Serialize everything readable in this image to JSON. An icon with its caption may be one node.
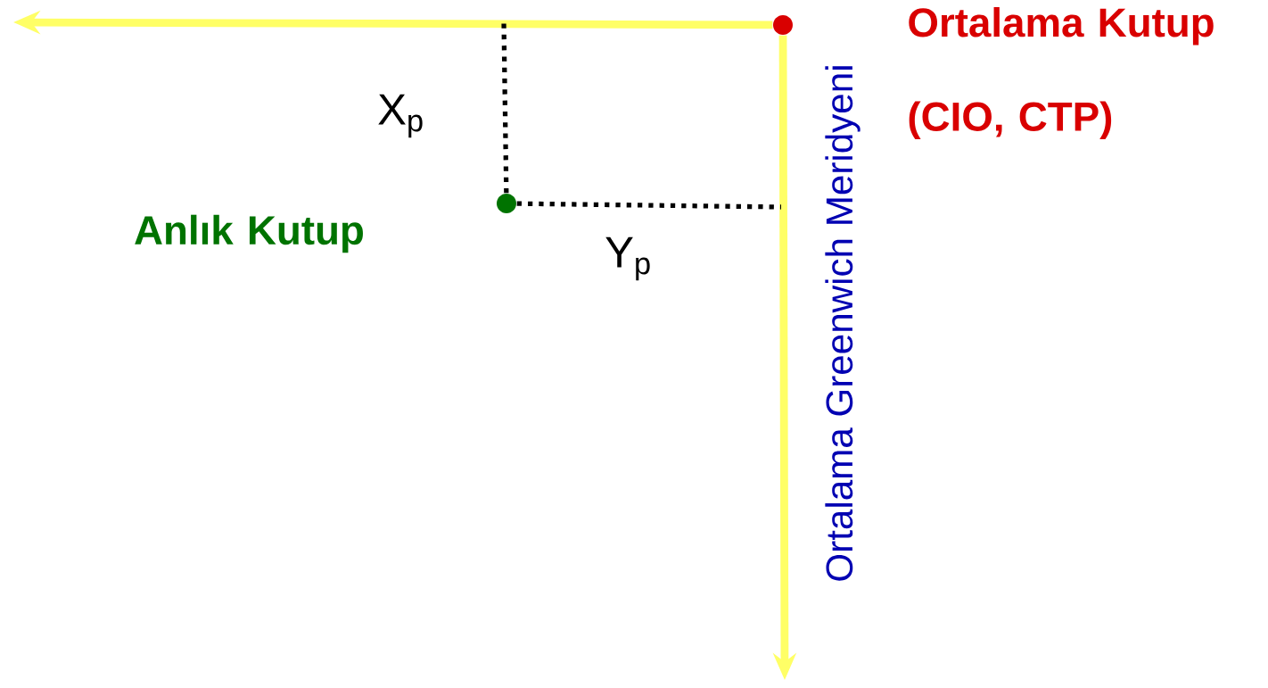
{
  "diagram": {
    "nodes": [
      {
        "text": [],
        "shape": "circle",
        "beside": [
          "Ortalama Kutup (CIO, CTP)"
        ]
      },
      {
        "text": [],
        "shape": "circle",
        "beside": [
          "Anlık Kutup"
        ]
      }
    ],
    "edges": [
      {
        "from": 0,
        "to": null,
        "arrow": "to",
        "color": "#ffff66"
      },
      {
        "from": 0,
        "to": null,
        "arrow": "to",
        "color": "#ffff66"
      },
      {
        "from": 1,
        "to": null,
        "arrow": "none",
        "style": "dashed",
        "color": "#000000",
        "label": "X$_{p}$"
      },
      {
        "from": 1,
        "to": null,
        "arrow": "none",
        "style": "dashed",
        "color": "#000000",
        "label": "Y$_{p}$"
      }
    ],
    "labels": [
      "Ortalama Greenwich Meridyeni"
    ]
  }
}
